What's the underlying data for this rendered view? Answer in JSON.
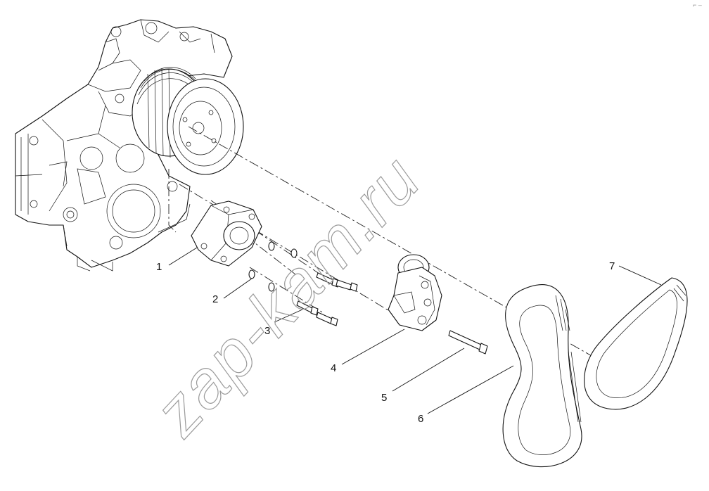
{
  "watermark": "zap-kam.ru",
  "corner_mark": "⌐ –",
  "callouts": [
    {
      "id": "1",
      "text": "1"
    },
    {
      "id": "2",
      "text": "2"
    },
    {
      "id": "3",
      "text": "3"
    },
    {
      "id": "4",
      "text": "4"
    },
    {
      "id": "5",
      "text": "5"
    },
    {
      "id": "6",
      "text": "6"
    },
    {
      "id": "7",
      "text": "7"
    }
  ],
  "colors": {
    "ink": "#111111",
    "watermark": "#9a9a9a",
    "background": "#ffffff"
  }
}
